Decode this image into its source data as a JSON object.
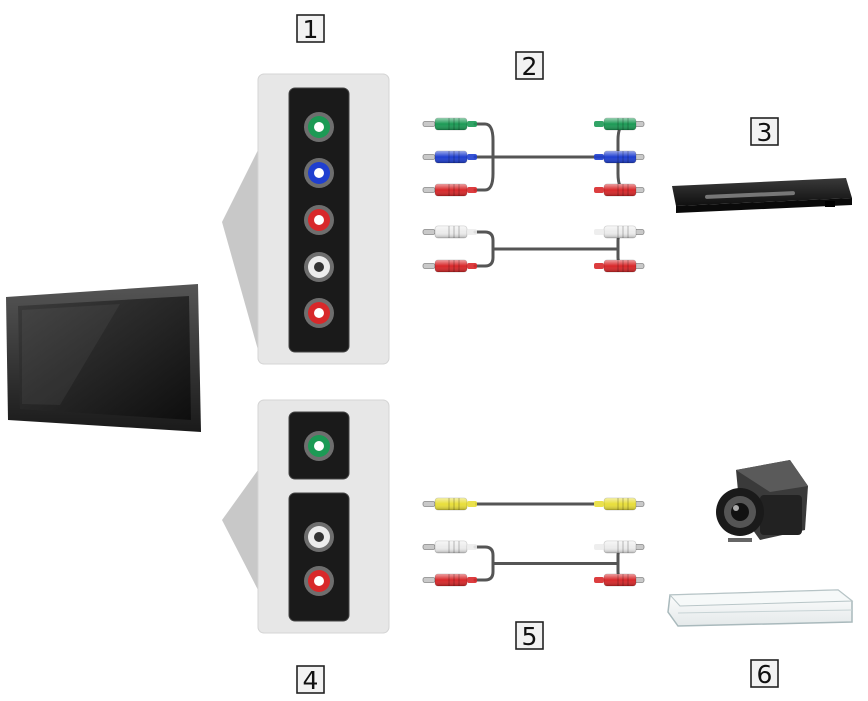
{
  "labels": {
    "terminal_panel_top": "1",
    "component_cables": "2",
    "dvd_player": "3",
    "terminal_panel_bottom": "4",
    "composite_cables": "5",
    "camcorder_and_recorder": "6"
  },
  "colors": {
    "green": "#1c9a55",
    "blue": "#1f3fd0",
    "red": "#d8282a",
    "white": "#ececec",
    "yellow": "#e8de3a",
    "cable": "#555555",
    "panel_bg": "#e7e7e7",
    "terminal_strip": "#1a1a1a",
    "socket_ring": "#7a7a7a"
  },
  "icons": {
    "tv": "flat-panel-tv-icon",
    "dvd": "dvd-player-icon",
    "camcorder": "camcorder-icon",
    "recorder": "set-top-box-icon"
  }
}
